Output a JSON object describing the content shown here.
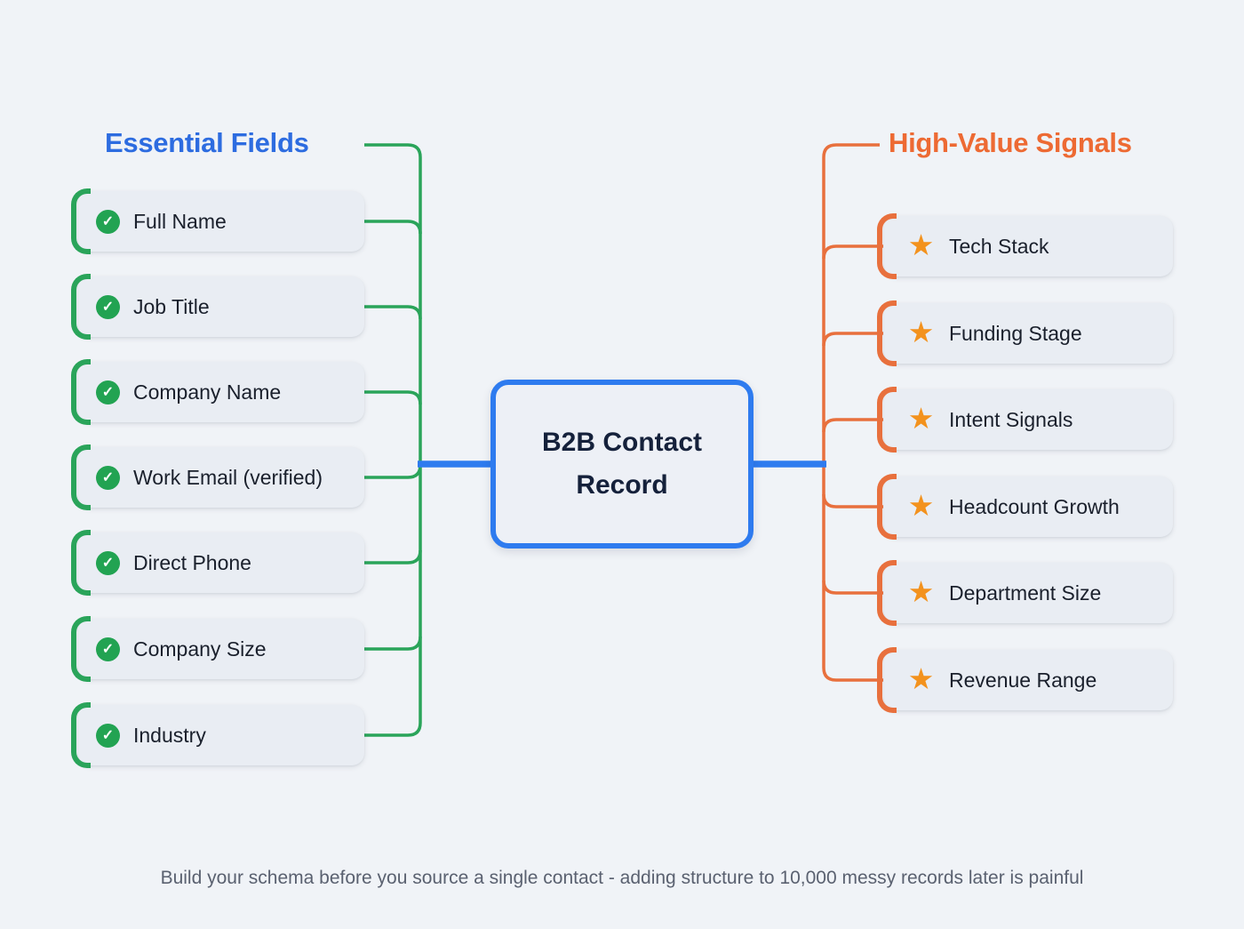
{
  "diagram": {
    "center_node": {
      "label": "B2B Contact Record"
    },
    "left_branch": {
      "title": "Essential Fields",
      "items": [
        "Full Name",
        "Job Title",
        "Company Name",
        "Work Email (verified)",
        "Direct Phone",
        "Company Size",
        "Industry"
      ]
    },
    "right_branch": {
      "title": "High-Value Signals",
      "items": [
        "Tech Stack",
        "Funding Stage",
        "Intent Signals",
        "Headcount Growth",
        "Department Size",
        "Revenue Range"
      ]
    },
    "icons": {
      "check_glyph": "✓",
      "star_glyph": "★"
    },
    "caption": "Build your schema before you source a single contact - adding structure to 10,000 messy records later is painful",
    "colors": {
      "page_bg": "#f0f3f7",
      "card_bg": "#e9edf3",
      "node_bg": "#edf0f6",
      "blue": "#2e7bef",
      "blue_title": "#2d6ce0",
      "green_line": "#2aa45a",
      "green_icon": "#22a352",
      "orange_line": "#e8703d",
      "orange_star": "#f3921d",
      "orange_title": "#ed6a33",
      "center_text": "#15213b",
      "item_text": "#1a202c",
      "caption_text": "#5a6170"
    }
  }
}
